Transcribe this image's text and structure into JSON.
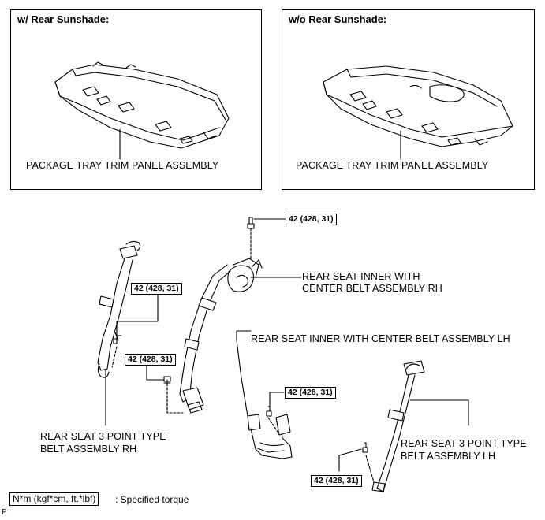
{
  "panels": {
    "with_sunshade": {
      "title": "w/ Rear Sunshade:",
      "part_label": "PACKAGE TRAY TRIM PANEL ASSEMBLY"
    },
    "without_sunshade": {
      "title": "w/o Rear Sunshade:",
      "part_label": "PACKAGE TRAY TRIM PANEL ASSEMBLY"
    }
  },
  "parts": {
    "inner_center_rh": {
      "line1": "REAR SEAT INNER WITH",
      "line2": "CENTER BELT ASSEMBLY RH"
    },
    "inner_center_lh": {
      "line1": "REAR SEAT INNER WITH CENTER BELT ASSEMBLY LH"
    },
    "outer_rh": {
      "line1": "REAR SEAT 3 POINT TYPE",
      "line2": "BELT ASSEMBLY RH"
    },
    "outer_lh": {
      "line1": "REAR SEAT 3 POINT TYPE",
      "line2": "BELT ASSEMBLY LH"
    }
  },
  "torques": {
    "top_center": "42 (428, 31)",
    "rh_outer": "42 (428, 31)",
    "rh_inner_lower": "42 (428, 31)",
    "lh_inner_lower": "42 (428, 31)",
    "lh_outer": "42 (428, 31)"
  },
  "legend": {
    "unit": "N*m (kgf*cm, ft.*lbf)",
    "text": ": Specified torque"
  },
  "corner_mark": "P"
}
